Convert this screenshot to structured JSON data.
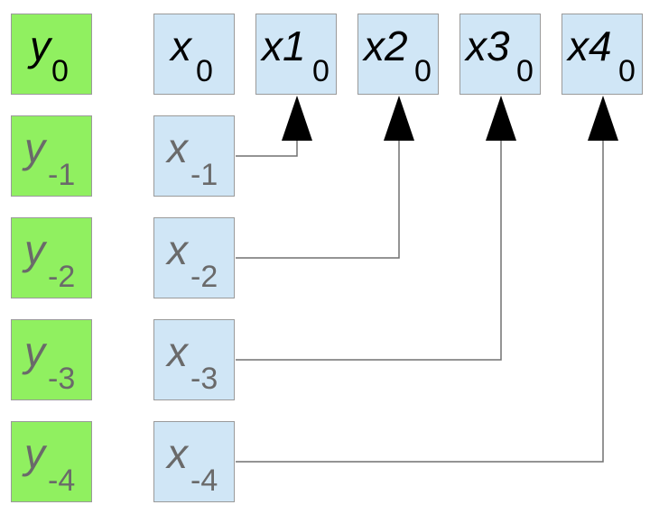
{
  "diagram": {
    "title": "",
    "colors": {
      "y_box": "#90f060",
      "x_box": "#d0e6f6",
      "current_text": "#000000",
      "past_text": "#6a6a6a",
      "connector": "#707070",
      "arrowhead": "#000000"
    },
    "y_column": [
      {
        "base": "y",
        "sub": "0",
        "current": true
      },
      {
        "base": "y",
        "sub": "-1",
        "current": false
      },
      {
        "base": "y",
        "sub": "-2",
        "current": false
      },
      {
        "base": "y",
        "sub": "-3",
        "current": false
      },
      {
        "base": "y",
        "sub": "-4",
        "current": false
      }
    ],
    "x_column": [
      {
        "base": "x",
        "sub": "0",
        "current": true
      },
      {
        "base": "x",
        "sub": "-1",
        "current": false
      },
      {
        "base": "x",
        "sub": "-2",
        "current": false
      },
      {
        "base": "x",
        "sub": "-3",
        "current": false
      },
      {
        "base": "x",
        "sub": "-4",
        "current": false
      }
    ],
    "lag_features": [
      {
        "base": "x1",
        "sub": "0"
      },
      {
        "base": "x2",
        "sub": "0"
      },
      {
        "base": "x3",
        "sub": "0"
      },
      {
        "base": "x4",
        "sub": "0"
      }
    ],
    "connections": [
      {
        "from": "x_-1",
        "to": "x1_0"
      },
      {
        "from": "x_-2",
        "to": "x2_0"
      },
      {
        "from": "x_-3",
        "to": "x3_0"
      },
      {
        "from": "x_-4",
        "to": "x4_0"
      }
    ]
  }
}
